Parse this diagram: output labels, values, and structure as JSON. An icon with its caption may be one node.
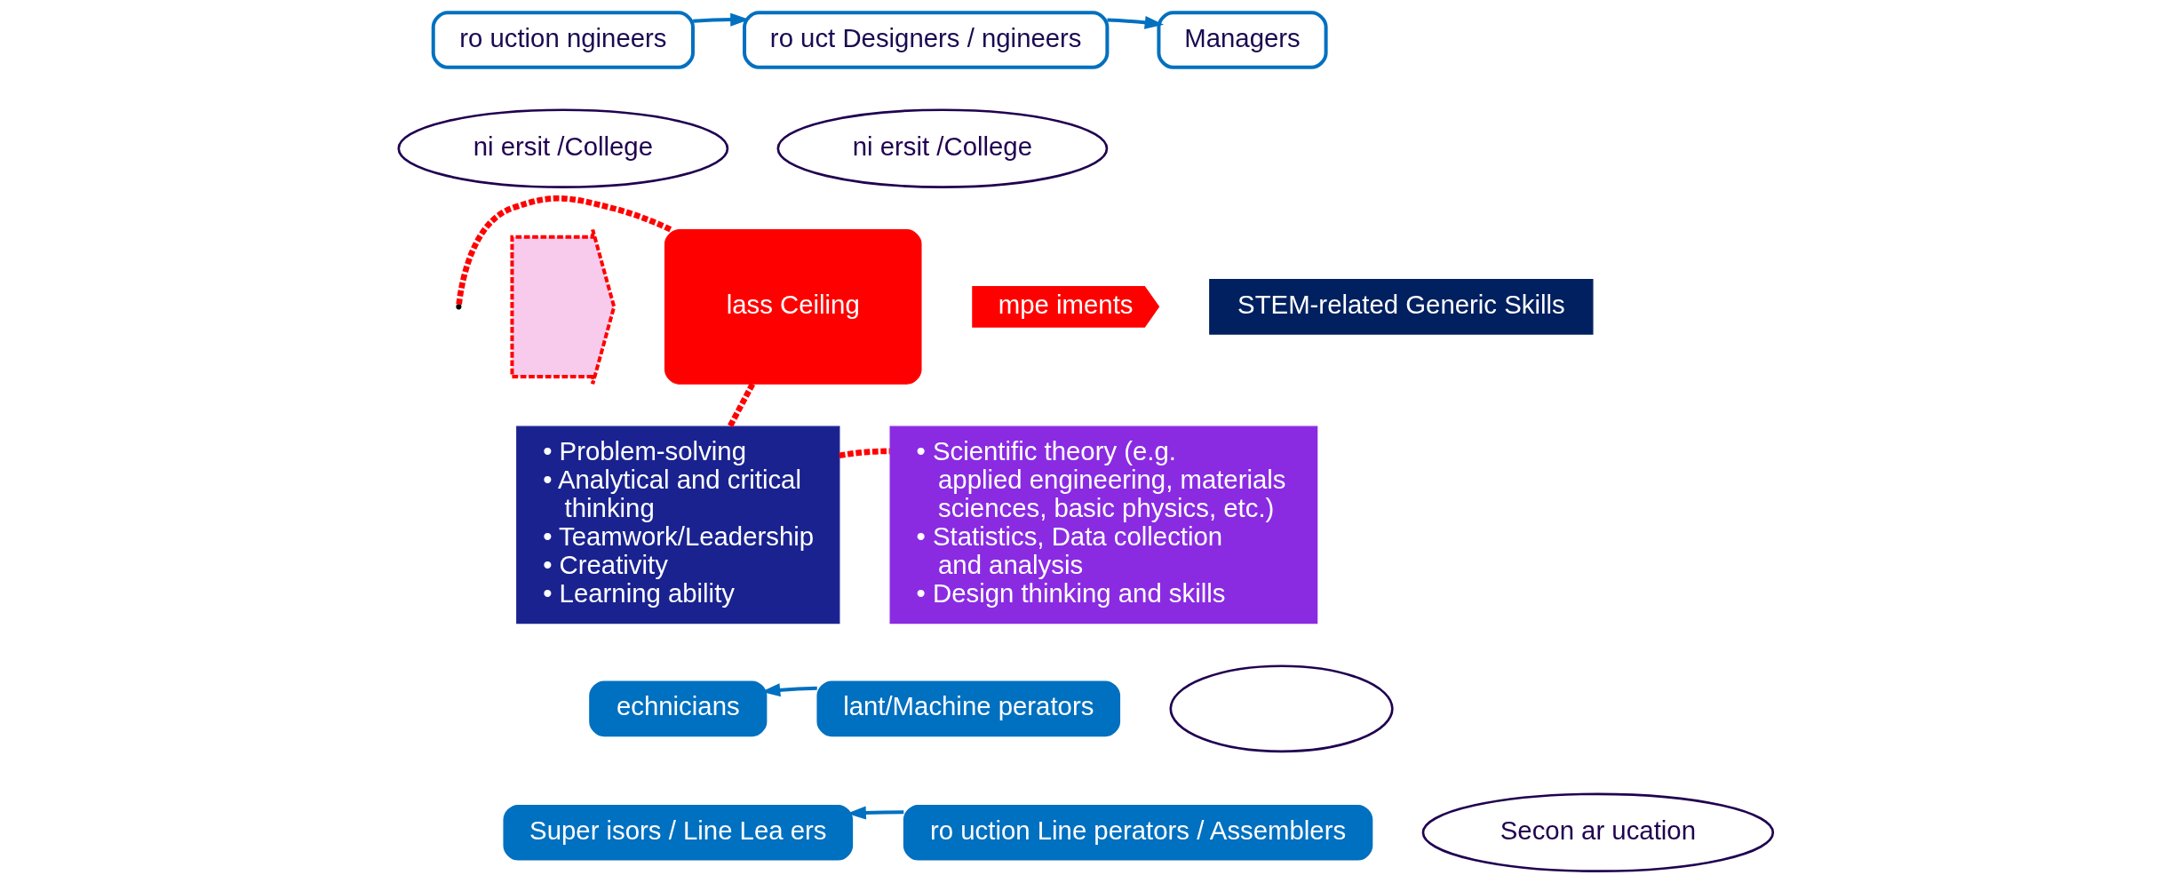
{
  "diagram": {
    "nodes": [
      {
        "text": [
          "ro uction ngineers"
        ]
      },
      {
        "text": [
          "ro uct Designers / ngineers"
        ]
      },
      {
        "text": [
          "Managers"
        ]
      },
      {
        "text": [
          "ni ersit /College"
        ]
      },
      {
        "text": [
          "ni ersit /College"
        ]
      },
      {
        "text": [],
        "shape": "arrow"
      },
      {
        "text": [
          "lass Ceiling"
        ]
      },
      {
        "text": [
          "mpe iments"
        ]
      },
      {
        "text": [
          "STEM-related Generic Skills"
        ]
      },
      {
        "text": [
          "• Problem-solving",
          "• Analytical and critical thinking",
          "• Teamwork/Leadership",
          "• Creativity",
          "• Learning ability"
        ]
      },
      {
        "text": [
          "• Scientific theory (e.g. applied engineering, materials sciences, basic physics, etc.)",
          "• Statistics, Data collection and analysis",
          "• Design thinking and skills"
        ]
      },
      {
        "text": [
          "echnicians"
        ]
      },
      {
        "text": [
          "lant/Machine perators"
        ]
      },
      {
        "text": [],
        "shape": "ellipse"
      },
      {
        "text": [
          "Super isors / Line Lea ers"
        ]
      },
      {
        "text": [
          "ro uction Line perators / Assemblers"
        ]
      },
      {
        "text": [
          "Secon ar ucation"
        ]
      }
    ],
    "edges": [
      {
        "from": 0,
        "to": 1,
        "arrow": "to"
      },
      {
        "from": 1,
        "to": 2,
        "arrow": "to"
      },
      {
        "from": 12,
        "to": 11,
        "arrow": "to"
      },
      {
        "from": 15,
        "to": 14,
        "arrow": "to"
      },
      {
        "from": null,
        "to": 6,
        "arrow": "none",
        "style": "dashed",
        "color": "#ff0000"
      },
      {
        "from": 6,
        "to": 9,
        "arrow": "none",
        "style": "dashed",
        "color": "#ff0000"
      },
      {
        "from": 9,
        "to": 10,
        "arrow": "none",
        "style": "dashed",
        "color": "#ff0000"
      }
    ]
  }
}
